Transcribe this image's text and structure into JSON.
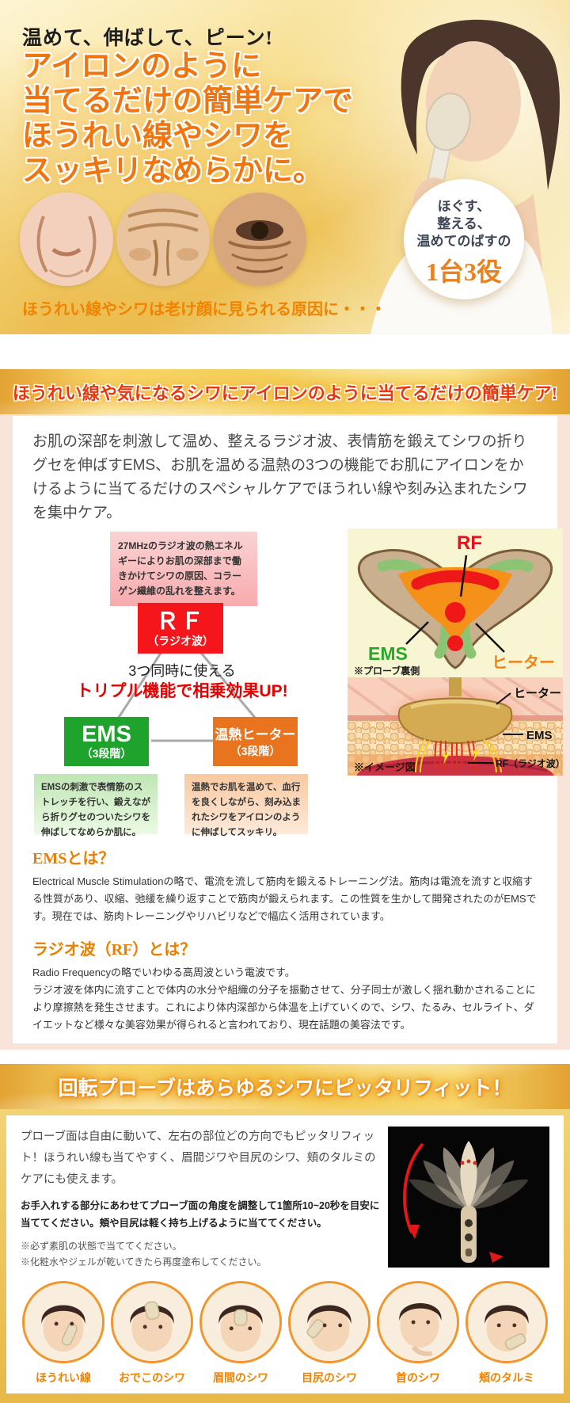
{
  "hero": {
    "tagline": "温めて、伸ばして、ピーン!",
    "headline1": "アイロンのように",
    "headline2": "当てるだけの簡単ケアで",
    "headline3": "ほうれい線やシワを",
    "headline4": "スッキリなめらかに。",
    "caption": "ほうれい線やシワは老け顔に見られる原因に・・・",
    "badge": {
      "line1": "ほぐす、",
      "line2": "整える、",
      "line3": "温めてのばすの",
      "big": "1台3役"
    }
  },
  "sec1": {
    "header": "ほうれい線や気になるシワにアイロンのように当てるだけの簡単ケア!",
    "intro": "お肌の深部を刺激して温め、整えるラジオ波、表情筋を鍛えてシワの折りグセを伸ばすEMS、お肌を温める温熱の3つの機能でお肌にアイロンをかけるように当てるだけのスペシャルケアでほうれい線や刻み込まれたシワを集中ケア。",
    "diagram": {
      "pink_note": "27MHzのラジオ波の熱エネルギーによりお肌の深部まで働きかけてシワの原因、コラーゲン繊維の乱れを整えます。",
      "rf_label": "ＲＦ",
      "rf_sub": "（ラジオ波）",
      "mid1": "3つ同時に使える",
      "mid2": "トリプル機能で相乗効果UP!",
      "ems_label": "EMS",
      "ems_sub": "（3段階）",
      "heater_label": "温熱ヒーター",
      "heater_sub": "（3段階）",
      "green_note": "EMSの刺激で表情筋のストレッチを行い、鍛えながら折りグセのついたシワを伸ばしてなめらか肌に。",
      "orange_note": "温熱でお肌を温めて、血行を良くしながら、刻み込まれたシワをアイロンのように伸ばしてスッキリ。"
    },
    "probe_diagram": {
      "rf": "RF",
      "ems": "EMS",
      "heater": "ヒーター",
      "caption": "※プローブ裏側"
    },
    "skin_diagram": {
      "heater": "ヒーター",
      "ems": "EMS",
      "rf": "RF（ラジオ波）",
      "caption": "※イメージ図"
    },
    "ems_heading": "EMSとは？",
    "ems_body": "Electrical Muscle Stimulationの略で、電流を流して筋肉を鍛えるトレーニング法。筋肉は電流を流すと収縮する性質があり、収縮、弛緩を繰り返すことで筋肉が鍛えられます。この性質を生かして開発されたのがEMSです。現在では、筋肉トレーニングやリハビリなどで幅広く活用されています。",
    "rf_heading": "ラジオ波（RF）とは？",
    "rf_line1": "Radio Frequencyの略でいわゆる高周波という電波です。",
    "rf_body": "ラジオ波を体内に流すことで体内の水分や組織の分子を振動させて、分子同士が激しく揺れ動かされることにより摩擦熱を発生させます。これにより体内深部から体温を上げていくので、シワ、たるみ、セルライト、ダイエットなど様々な美容効果が得られると言われており、現在話題の美容法です。"
  },
  "sec2": {
    "header": "回転プローブはあらゆるシワにピッタリフィット！",
    "intro": "プローブ面は自由に動いて、左右の部位どの方向でもピッタリフィット！ほうれい線も当てやすく、眉間ジワや目尻のシワ、頬のタルミのケアにも使えます。",
    "instruction": "お手入れする部分にあわせてプローブ面の角度を調整して1箇所10~20秒を目安に当ててください。頬や目尻は軽く持ち上げるように当ててください。",
    "note1": "※必ず素肌の状態で当ててください。",
    "note2": "※化粧水やジェルが乾いてきたら再度塗布してください。",
    "usage_labels": [
      "ほうれい線",
      "おでこのシワ",
      "眉間のシワ",
      "目尻のシワ",
      "首のシワ",
      "頬のタルミ"
    ]
  },
  "colors": {
    "accent_orange": "#f08300",
    "header_red": "#e8380c",
    "rf_red": "#f5161c",
    "ems_green": "#1ea32c",
    "heater_orange": "#e87420",
    "gold": "#eec35a"
  }
}
